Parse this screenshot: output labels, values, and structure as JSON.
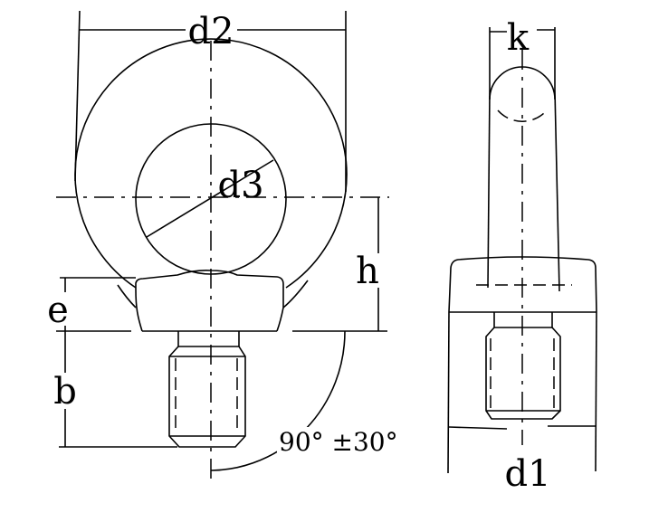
{
  "labels": {
    "d2": "d2",
    "d3": "d3",
    "h": "h",
    "e": "e",
    "b": "b",
    "k": "k",
    "d1": "d1",
    "angle": "90°  ±30°"
  },
  "colors": {
    "line": "#000000",
    "background": "#ffffff"
  }
}
